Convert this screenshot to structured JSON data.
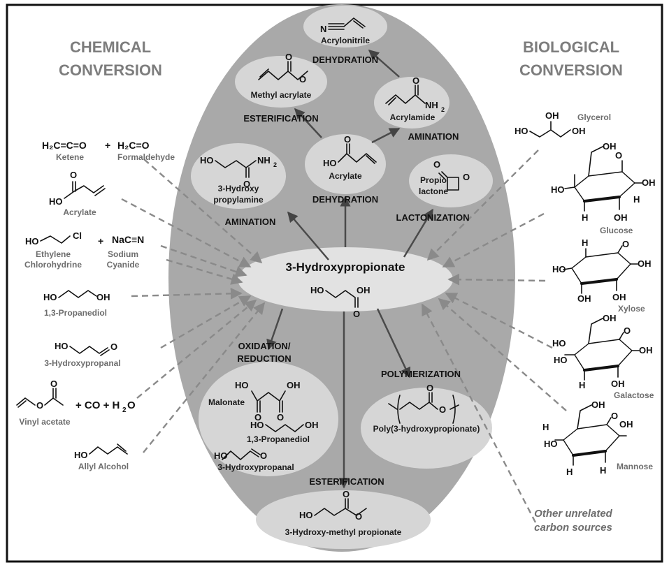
{
  "headers": {
    "chemical_line1": "CHEMICAL",
    "chemical_line2": "CONVERSION",
    "biological_line1": "BIOLOGICAL",
    "biological_line2": "CONVERSION"
  },
  "center": {
    "title": "3-Hydroxypropionate",
    "formula_ho": "HO",
    "formula_oh": "OH",
    "formula_o": "O"
  },
  "products": {
    "acrylonitrile": {
      "name": "Acrylonitrile",
      "atom_n": "N"
    },
    "methyl_acrylate": {
      "name": "Methyl acrylate",
      "atom_o1": "O",
      "atom_o2": "O"
    },
    "acrylamide": {
      "name": "Acrylamide",
      "atom_o": "O",
      "atom_nh2": "NH",
      "sub2": "2"
    },
    "acrylate_center": {
      "name": "Acrylate",
      "atom_ho": "HO",
      "atom_o": "O"
    },
    "hydroxypropylamine": {
      "name_line1": "3-Hydroxy",
      "name_line2": "propylamine",
      "atom_ho": "HO",
      "atom_nh2": "NH",
      "sub2": "2",
      "atom_o": "O"
    },
    "propiolactone": {
      "name_line1": "Propio",
      "name_line2": "lactone",
      "atom_o1": "O",
      "atom_o2": "O"
    },
    "polymer": {
      "name": "Poly(3-hydroxypropionate)",
      "atom_o1": "O",
      "atom_o2": "O"
    },
    "redox": {
      "malonate": "Malonate",
      "propanediol": "1,3-Propanediol",
      "hydroxypropanal": "3-Hydroxypropanal",
      "atom_ho": "HO",
      "atom_oh": "OH",
      "atom_o": "O"
    },
    "methyl_propionate": {
      "name": "3-Hydroxy-methyl propionate",
      "atom_ho": "HO",
      "atom_o": "O"
    }
  },
  "processes": {
    "dehydration_top": "DEHYDRATION",
    "esterification_top": "ESTERIFICATION",
    "amination_right": "AMINATION",
    "dehydration_mid": "DEHYDRATION",
    "amination_left": "AMINATION",
    "lactonization": "LACTONIZATION",
    "oxidation_line1": "OXIDATION/",
    "oxidation_line2": "REDUCTION",
    "polymerization": "POLYMERIZATION",
    "esterification_bottom": "ESTERIFICATION"
  },
  "chemical_sources": {
    "ketene": {
      "formula": "H₂C=C=O",
      "plus": "+",
      "formula2": "H₂C=O",
      "name1": "Ketene",
      "name2": "Formaldehyde"
    },
    "acrylate": {
      "name": "Acrylate",
      "atom_ho": "HO",
      "atom_o": "O"
    },
    "chlorohydrine": {
      "name_line1": "Ethylene",
      "name_line2": "Chlorohydrine",
      "atom_ho": "HO",
      "atom_cl": "Cl",
      "plus": "+",
      "cyanide_formula": "NaC≡N",
      "cyanide_line1": "Sodium",
      "cyanide_line2": "Cyanide"
    },
    "propanediol": {
      "name": "1,3-Propanediol",
      "atom_ho": "HO",
      "atom_oh": "OH"
    },
    "hydroxypropanal": {
      "name": "3-Hydroxypropanal",
      "atom_ho": "HO",
      "atom_o": "O"
    },
    "vinyl_acetate": {
      "name": "Vinyl acetate",
      "atom_o1": "O",
      "atom_o2": "O",
      "plus_co": "+ CO + H",
      "sub2": "2",
      "o_tail": "O"
    },
    "allyl_alcohol": {
      "name": "Allyl Alcohol",
      "atom_ho": "HO"
    }
  },
  "biological_sources": {
    "glycerol": {
      "name": "Glycerol",
      "atom_oh": "OH"
    },
    "glucose": {
      "name": "Glucose"
    },
    "xylose": {
      "name": "Xylose"
    },
    "galactose": {
      "name": "Galactose"
    },
    "mannose": {
      "name": "Mannose"
    },
    "other_line1": "Other unrelated",
    "other_line2": "carbon sources",
    "atom_oh": "OH",
    "atom_ho": "HO",
    "atom_h": "H",
    "atom_o": "O"
  },
  "colors": {
    "big_ellipse": "#a9a9a9",
    "inner_ellipse": "#d6d6d6",
    "center_ellipse": "#e2e2e2",
    "dashed_arrow": "#8a8a8a",
    "solid_arrow": "#4a4a4a",
    "header": "#7d7d7d"
  }
}
